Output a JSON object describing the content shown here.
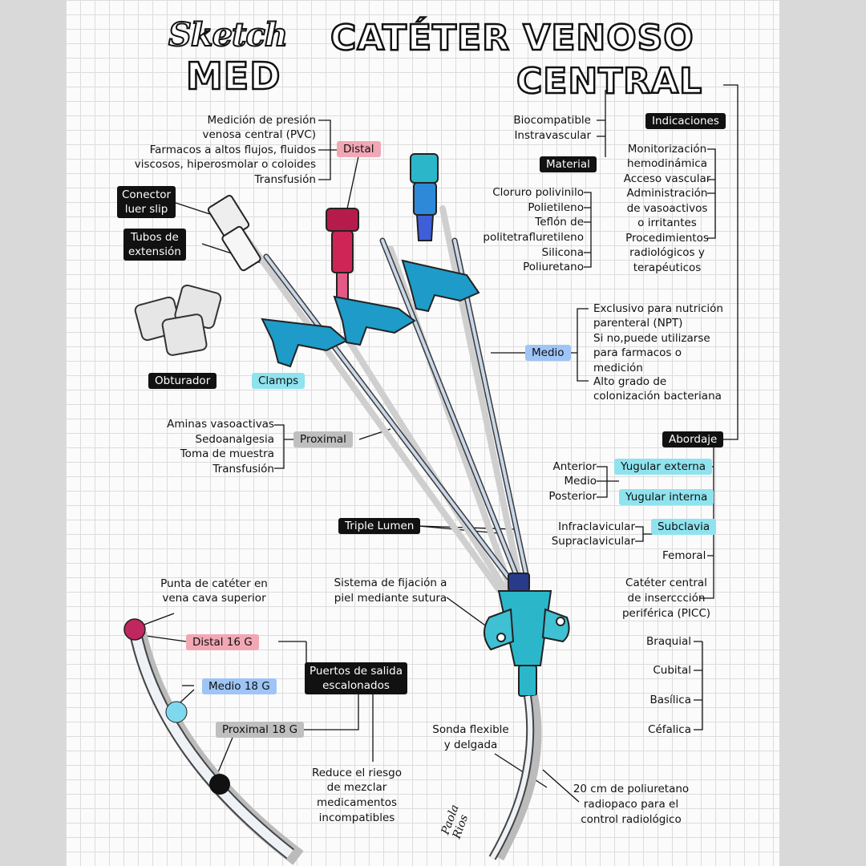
{
  "brand": {
    "line1": "Sketch",
    "line2": "MED"
  },
  "title": {
    "line1": "CATÉTER VENOSO",
    "line2": "CENTRAL"
  },
  "distal": {
    "label": "Distal",
    "uses": [
      "Medición de presión",
      "venosa central (PVC)",
      "Farmacos a altos flujos, fluidos",
      "viscosos, hiperosmolar o coloides",
      "Transfusión"
    ]
  },
  "material": {
    "label": "Material",
    "props": [
      "Biocompatible",
      "Instravascular"
    ],
    "items": [
      "Cloruro polivinilo",
      "Polietileno",
      "Teflón de",
      "politetrafluretileno",
      "Silicona",
      "Poliuretano"
    ]
  },
  "indicaciones": {
    "label": "Indicaciones",
    "items": [
      "Monitorización",
      "hemodinámica",
      "Acceso vascular",
      "Administración",
      "de vasoactivos",
      "o irritantes",
      "Procedimientos",
      "radiológicos y",
      "terapéuticos"
    ]
  },
  "parts": {
    "conector": [
      "Conector",
      "luer slip"
    ],
    "tubos": [
      "Tubos de",
      "extensión"
    ],
    "obturador": "Obturador",
    "clamps": "Clamps",
    "triple": "Triple Lumen"
  },
  "medio": {
    "label": "Medio",
    "items": [
      "Exclusivo para nutrición",
      "parenteral (NPT)",
      "Si no,puede utilizarse",
      "para farmacos o",
      "medición",
      "Alto grado de",
      "colonización bacteriana"
    ]
  },
  "proximal": {
    "label": "Proximal",
    "uses": [
      "Aminas vasoactivas",
      "Sedoanalgesia",
      "Toma de muestra",
      "Transfusión"
    ]
  },
  "abordaje": {
    "label": "Abordaje",
    "yugular_ext": "Yugular externa",
    "yugular_int": "Yugular interna",
    "subclavia": "Subclavia",
    "femoral": "Femoral",
    "yug_sub": [
      "Anterior",
      "Medio",
      "Posterior"
    ],
    "sub_sub": [
      "Infraclavicular",
      "Supraclavicular"
    ],
    "picc": [
      "Catéter central",
      "de inserccción",
      "periférica (PICC)"
    ],
    "picc_sub": [
      "Braquial",
      "Cubital",
      "Basílica",
      "Céfalica"
    ]
  },
  "fijacion": [
    "Sistema de fijación a",
    "piel mediante sutura"
  ],
  "punta": [
    "Punta de catéter en",
    "vena cava superior"
  ],
  "ports": {
    "distal": "Distal 16 G",
    "medio": "Medio 18 G",
    "proximal": "Proximal 18 G",
    "box": [
      "Puertos de salida",
      "escalonados"
    ],
    "reduce": [
      "Reduce el riesgo",
      "de mezclar",
      "medicamentos",
      "incompatibles"
    ]
  },
  "sonda": [
    "Sonda flexible",
    "y delgada"
  ],
  "poliuretano": [
    "20 cm de poliuretano",
    "radiopaco para el",
    "control radiológico"
  ],
  "author": [
    "Paola",
    "Rios"
  ],
  "colors": {
    "distal": "#a8163f",
    "medio": "#2e6fd8",
    "proximal": "#d9d9d9",
    "cyan": "#2bb7c9",
    "clamp": "#1e9bc8"
  }
}
